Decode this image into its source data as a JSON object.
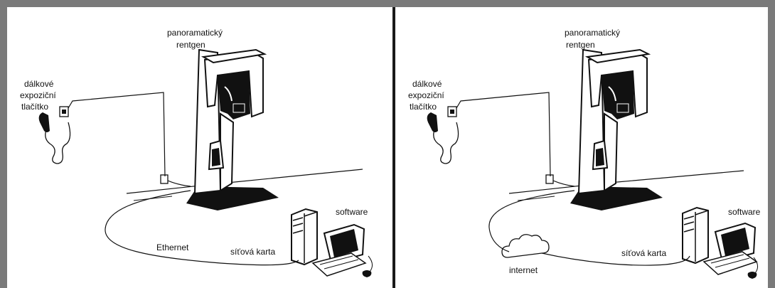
{
  "panels": [
    {
      "xray_label": [
        "panoramatický",
        "rentgen"
      ],
      "remote_label": [
        "dálkové",
        "expoziční",
        "tlačítko"
      ],
      "software_label": "software",
      "network_label": "Ethernet",
      "nic_label": "síťová karta"
    },
    {
      "xray_label": [
        "panoramatický",
        "rentgen"
      ],
      "remote_label": [
        "dálkové",
        "expoziční",
        "tlačítko"
      ],
      "software_label": "software",
      "network_label": "internet",
      "nic_label": "síťová karta"
    }
  ]
}
